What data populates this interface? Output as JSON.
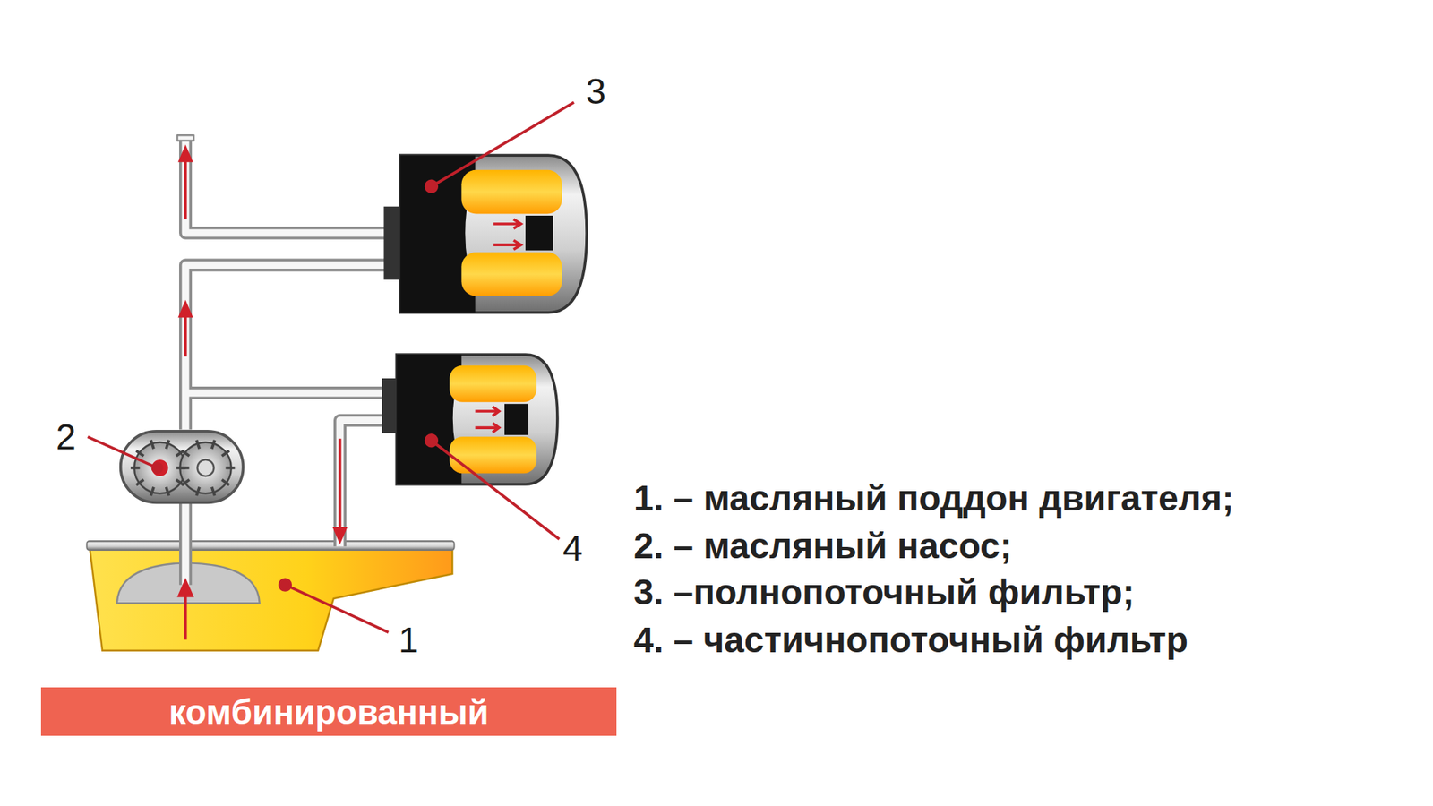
{
  "diagram": {
    "nodes": [
      {
        "text": [
          "комбинированный"
        ]
      }
    ],
    "edges": [],
    "labels": [
      "3",
      "2",
      "4",
      "1",
      "1. – масляный поддон двигателя;",
      "2. – масляный насос;",
      "3. –полнопоточный фильтр;",
      "4. – частичнопоточный фильтр"
    ]
  }
}
